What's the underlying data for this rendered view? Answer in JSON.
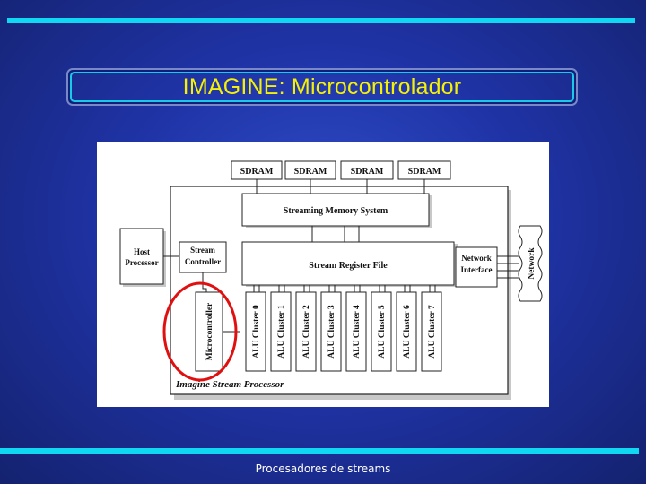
{
  "slide": {
    "title": "IMAGINE: Microcontrolador",
    "footer": "Procesadores de streams"
  },
  "diagram": {
    "sdram_labels": [
      "SDRAM",
      "SDRAM",
      "SDRAM",
      "SDRAM"
    ],
    "streaming_memory_system": "Streaming Memory System",
    "host_processor": [
      "Host",
      "Processor"
    ],
    "stream_controller": [
      "Stream",
      "Controller"
    ],
    "stream_register_file": "Stream Register File",
    "network_interface": [
      "Network",
      "Interface"
    ],
    "network": "Network",
    "microcontroller": "Microcontroller",
    "alu_clusters": [
      "ALU Cluster 0",
      "ALU Cluster 1",
      "ALU Cluster 2",
      "ALU Cluster 3",
      "ALU Cluster 4",
      "ALU Cluster 5",
      "ALU Cluster 6",
      "ALU Cluster 7"
    ],
    "processor_label": "Imagine Stream Processor"
  },
  "colors": {
    "title": "#f4f006",
    "accent_rule": "#11d8f2",
    "highlight_circle": "#e01010"
  }
}
